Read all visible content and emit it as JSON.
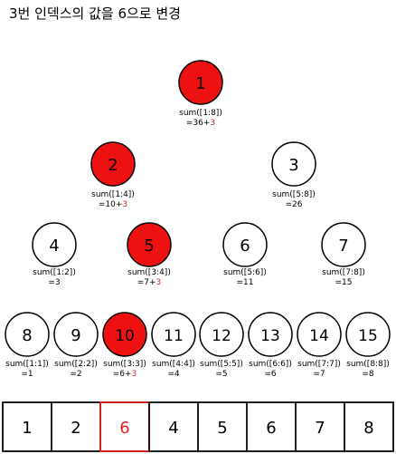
{
  "title": "3번 인덱스의 값을 6으로 변경",
  "colors": {
    "highlight": "#ee1111",
    "text_red": "#dd2222",
    "border_red": "#cc2222",
    "stroke": "#000000",
    "fill": "#ffffff"
  },
  "tree": {
    "nodes": [
      {
        "id": 1,
        "label": "1",
        "range": "sum([1:8])",
        "eq": "=36+",
        "delta": "3",
        "highlighted": true
      },
      {
        "id": 2,
        "label": "2",
        "range": "sum([1:4])",
        "eq": "=10+",
        "delta": "3",
        "highlighted": true
      },
      {
        "id": 3,
        "label": "3",
        "range": "sum([5:8])",
        "eq": "=26",
        "delta": "",
        "highlighted": false
      },
      {
        "id": 4,
        "label": "4",
        "range": "sum([1:2])",
        "eq": "=3",
        "delta": "",
        "highlighted": false
      },
      {
        "id": 5,
        "label": "5",
        "range": "sum([3:4])",
        "eq": "=7+",
        "delta": "3",
        "highlighted": true
      },
      {
        "id": 6,
        "label": "6",
        "range": "sum([5:6])",
        "eq": "=11",
        "delta": "",
        "highlighted": false
      },
      {
        "id": 7,
        "label": "7",
        "range": "sum([7:8])",
        "eq": "=15",
        "delta": "",
        "highlighted": false
      },
      {
        "id": 8,
        "label": "8",
        "range": "sum([1:1])",
        "eq": "=1",
        "delta": "",
        "highlighted": false
      },
      {
        "id": 9,
        "label": "9",
        "range": "sum([2:2])",
        "eq": "=2",
        "delta": "",
        "highlighted": false
      },
      {
        "id": 10,
        "label": "10",
        "range": "sum([3:3])",
        "eq": "=6+",
        "delta": "3",
        "highlighted": true
      },
      {
        "id": 11,
        "label": "11",
        "range": "sum([4:4])",
        "eq": "=4",
        "delta": "",
        "highlighted": false
      },
      {
        "id": 12,
        "label": "12",
        "range": "sum([5:5])",
        "eq": "=5",
        "delta": "",
        "highlighted": false
      },
      {
        "id": 13,
        "label": "13",
        "range": "sum([6:6])",
        "eq": "=6",
        "delta": "",
        "highlighted": false
      },
      {
        "id": 14,
        "label": "14",
        "range": "sum([7:7])",
        "eq": "=7",
        "delta": "",
        "highlighted": false
      },
      {
        "id": 15,
        "label": "15",
        "range": "sum([8:8])",
        "eq": "=8",
        "delta": "",
        "highlighted": false
      }
    ]
  },
  "array": {
    "cells": [
      {
        "value": "1",
        "highlighted": false
      },
      {
        "value": "2",
        "highlighted": false
      },
      {
        "value": "6",
        "highlighted": true
      },
      {
        "value": "4",
        "highlighted": false
      },
      {
        "value": "5",
        "highlighted": false
      },
      {
        "value": "6",
        "highlighted": false
      },
      {
        "value": "7",
        "highlighted": false
      },
      {
        "value": "8",
        "highlighted": false
      }
    ]
  }
}
